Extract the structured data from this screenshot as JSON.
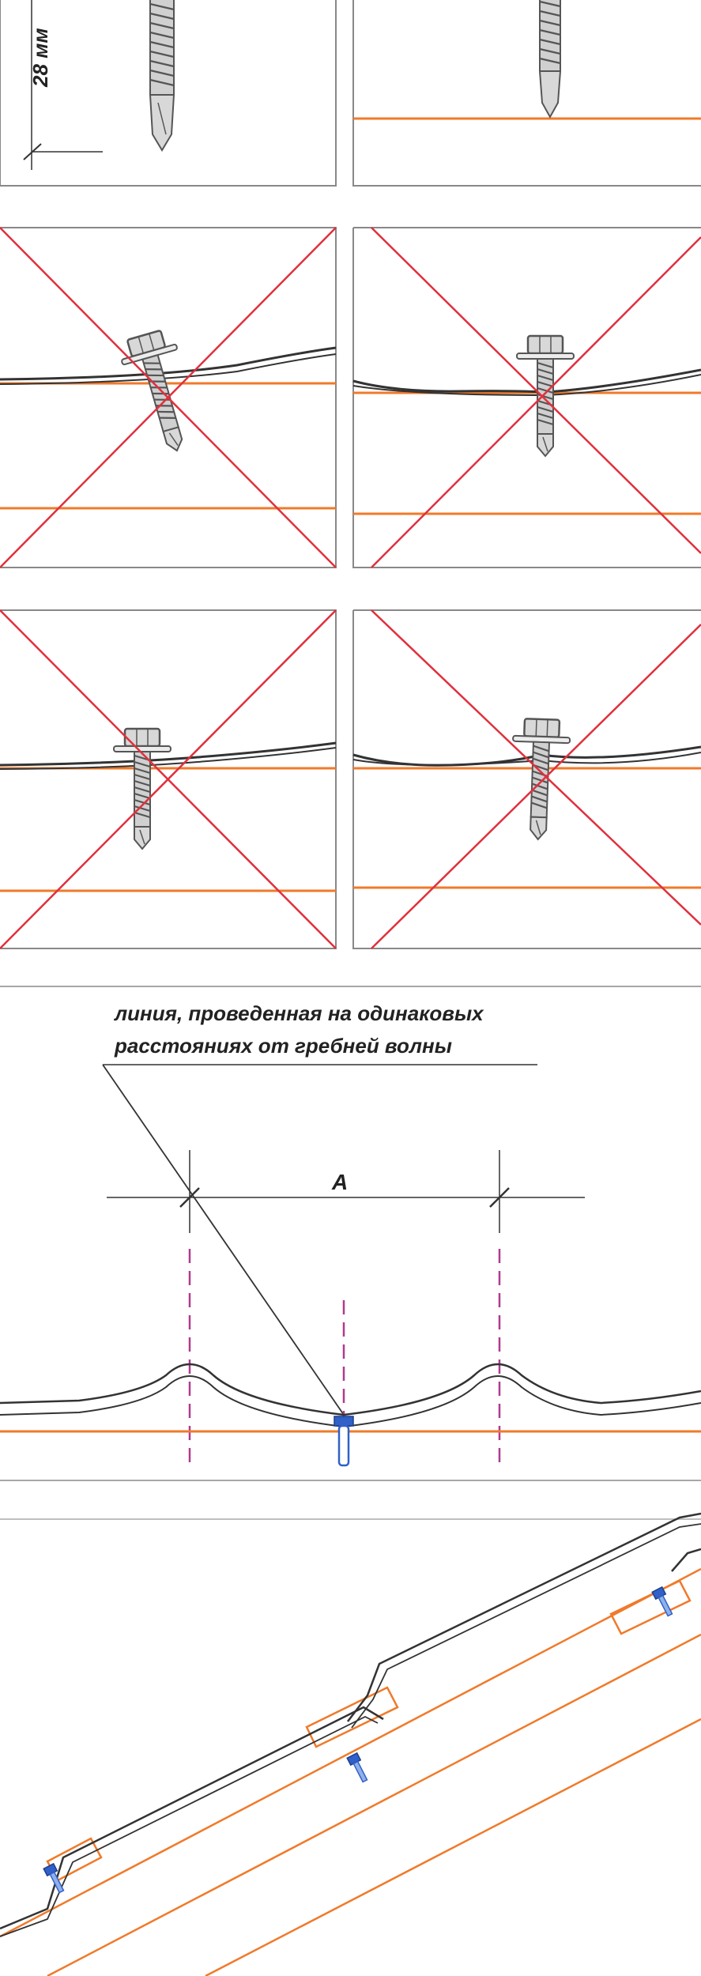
{
  "colors": {
    "frame": "#888888",
    "cross": "#e0303d",
    "batten": "#f07a2a",
    "sheet": "#333333",
    "screw": "#555555",
    "screw_fill": "#d8d8d8",
    "guide": "#b03a8f",
    "screw_blue": "#3060c8"
  },
  "dimension": {
    "screw_length": "28 мм"
  },
  "spacing_diagram": {
    "annotation_line1": "линия, проведенная на одинаковых",
    "annotation_line2": "расстояниях от гребней волны",
    "span_label": "A"
  },
  "panels": [
    {
      "id": "panel-screw-tilted",
      "state": "incorrect"
    },
    {
      "id": "panel-screw-too-tight",
      "state": "incorrect"
    },
    {
      "id": "panel-screw-too-loose",
      "state": "incorrect"
    },
    {
      "id": "panel-screw-not-perpendicular",
      "state": "incorrect"
    }
  ],
  "icons": [
    "screw-icon",
    "cross-out-icon",
    "roof-section-icon"
  ]
}
